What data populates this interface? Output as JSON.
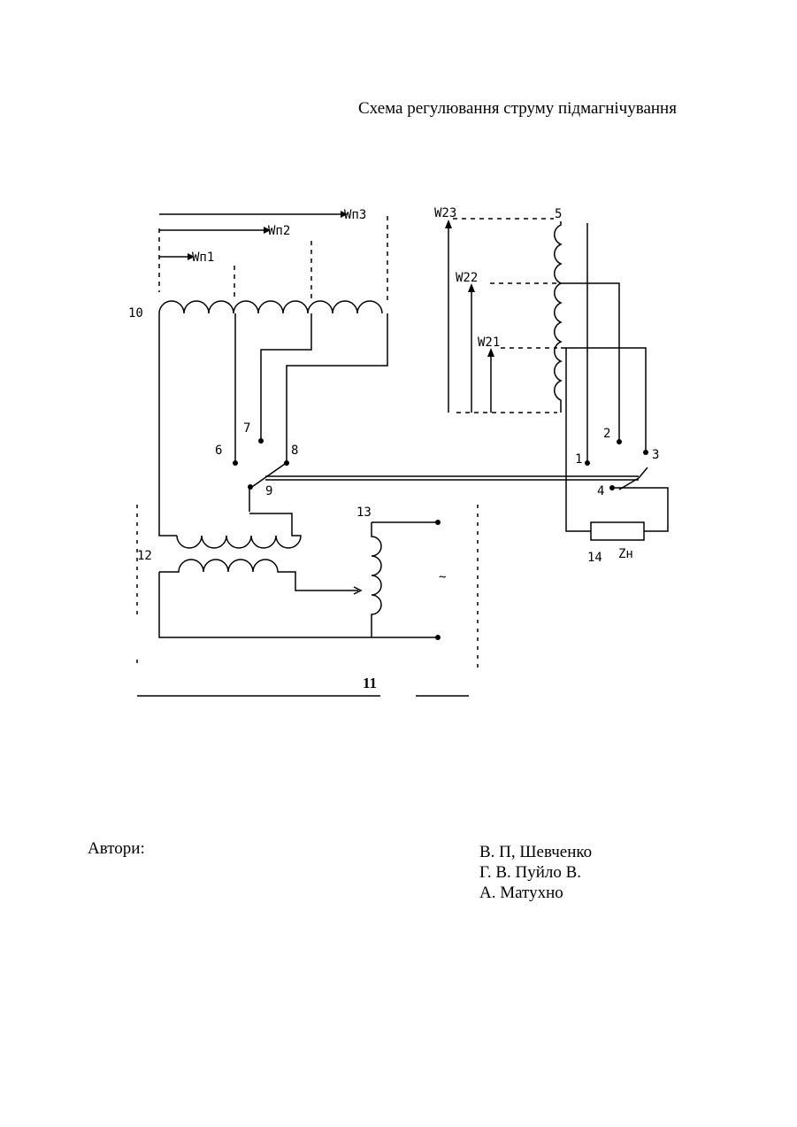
{
  "title": "Схема регулювання струму підмагнічування",
  "diagram": {
    "labels": {
      "wn3": "Wп3",
      "wn2": "Wп2",
      "wn1": "Wп1",
      "w23": "W23",
      "w22": "W22",
      "w21": "W21",
      "n1": "1",
      "n2": "2",
      "n3": "3",
      "n4": "4",
      "n5": "5",
      "n6": "6",
      "n7": "7",
      "n8": "8",
      "n9": "9",
      "n10": "10",
      "n11": "11",
      "n12": "12",
      "n13": "13",
      "n14": "14",
      "zn": "Zн",
      "ac": "~"
    }
  },
  "authors": {
    "label": "Автори:",
    "names": [
      "В. П, Шевченко",
      "Г. В. Пуйло В.",
      "А. Матухно"
    ]
  }
}
